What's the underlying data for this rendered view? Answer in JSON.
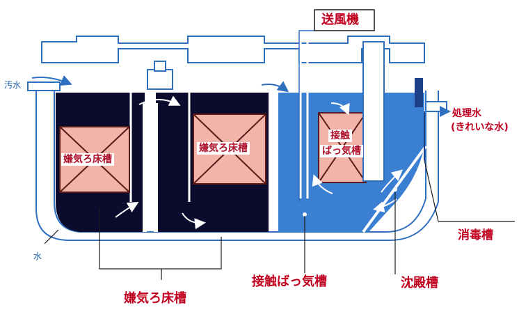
{
  "blower": "送風機",
  "inflow": "汚水",
  "water": "水",
  "anaerobic_filter_inner_1": "嫌気ろ床槽",
  "anaerobic_filter_inner_2": "嫌気ろ床槽",
  "contact_aeration_inner_line1": "接触",
  "contact_aeration_inner_line2": "ばっ気槽",
  "treated_water": "処理水",
  "treated_water_note": "(きれいな水)",
  "disinfection_tank": "消毒槽",
  "contact_aeration_tank": "接触ばっ気槽",
  "sedimentation_tank": "沈殿槽",
  "anaerobic_filter_tank": "嫌気ろ床槽",
  "colors": {
    "dark_chamber": "#0b0b2e",
    "aeration_blue": "#3b7fd3",
    "filter_pink": "#f2b3a8",
    "outline_blue": "#2f6fc0",
    "label_red": "#c0001e"
  }
}
